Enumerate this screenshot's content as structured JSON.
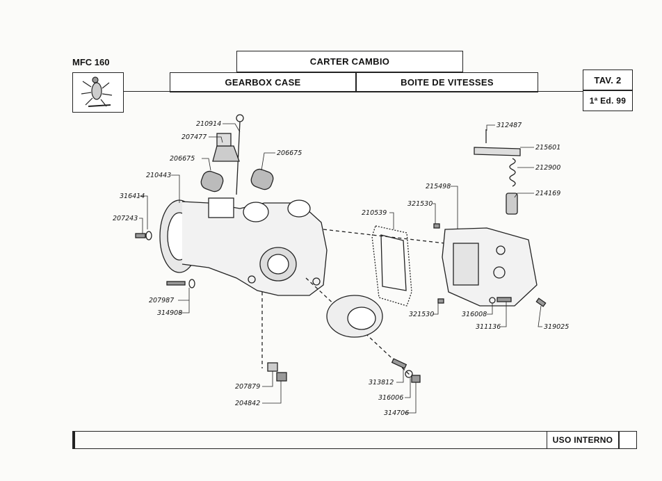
{
  "header": {
    "model": "MFC 160",
    "title_it": "CARTER CAMBIO",
    "title_en": "GEARBOX CASE",
    "title_fr": "BOITE DE VITESSES",
    "table": "TAV. 2",
    "edition": "1ª Ed. 99"
  },
  "footer": {
    "usage": "USO INTERNO"
  },
  "parts": [
    "210914",
    "207477",
    "206675",
    "206675",
    "210443",
    "316414",
    "207243",
    "207987",
    "314908",
    "207879",
    "204842",
    "210539",
    "321530",
    "321530",
    "215498",
    "312487",
    "215601",
    "212900",
    "214169",
    "316008",
    "311136",
    "319025",
    "313812",
    "316006",
    "314706"
  ]
}
